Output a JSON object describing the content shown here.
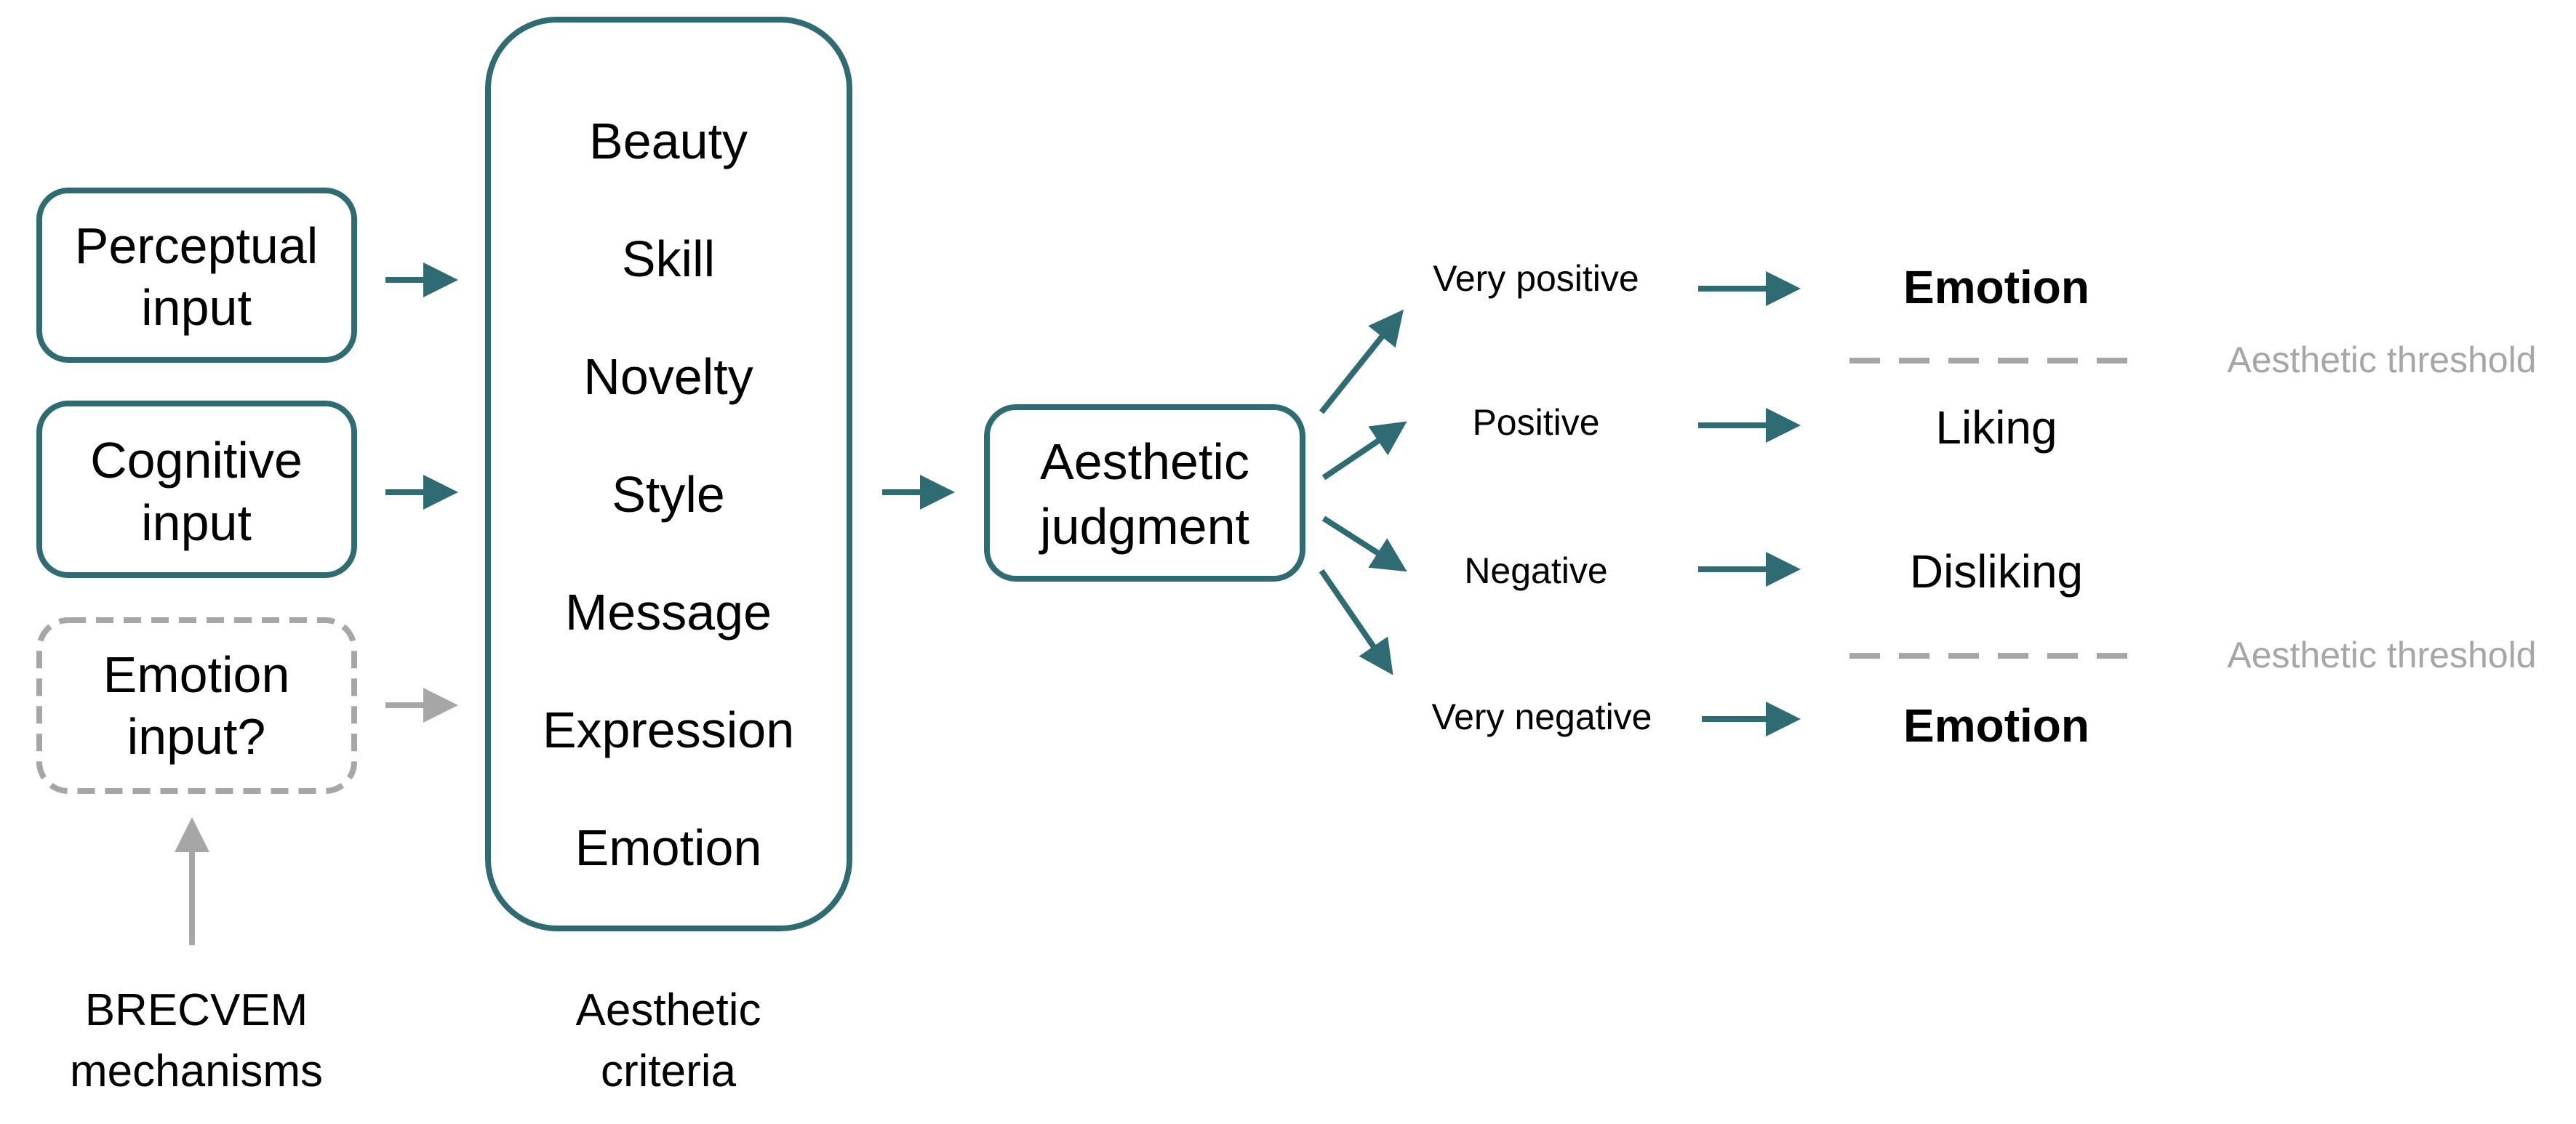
{
  "colors": {
    "primary": "#2f6b73",
    "gray": "#a6a6a6",
    "text": "#000000",
    "threshold_text": "#a6a6a6"
  },
  "inputs": {
    "perceptual": [
      "Perceptual",
      "input"
    ],
    "cognitive": [
      "Cognitive",
      "input"
    ],
    "emotion": [
      "Emotion",
      "input?"
    ]
  },
  "brecvem": [
    "BRECVEM",
    "mechanisms"
  ],
  "criteria": {
    "items": [
      "Beauty",
      "Skill",
      "Novelty",
      "Style",
      "Message",
      "Expression",
      "Emotion"
    ],
    "caption": [
      "Aesthetic",
      "criteria"
    ]
  },
  "judgment": [
    "Aesthetic",
    "judgment"
  ],
  "outcomes": [
    {
      "valence": "Very positive",
      "response": "Emotion",
      "bold": true
    },
    {
      "valence": "Positive",
      "response": "Liking",
      "bold": false
    },
    {
      "valence": "Negative",
      "response": "Disliking",
      "bold": false
    },
    {
      "valence": "Very negative",
      "response": "Emotion",
      "bold": true
    }
  ],
  "threshold_label": "Aesthetic threshold"
}
